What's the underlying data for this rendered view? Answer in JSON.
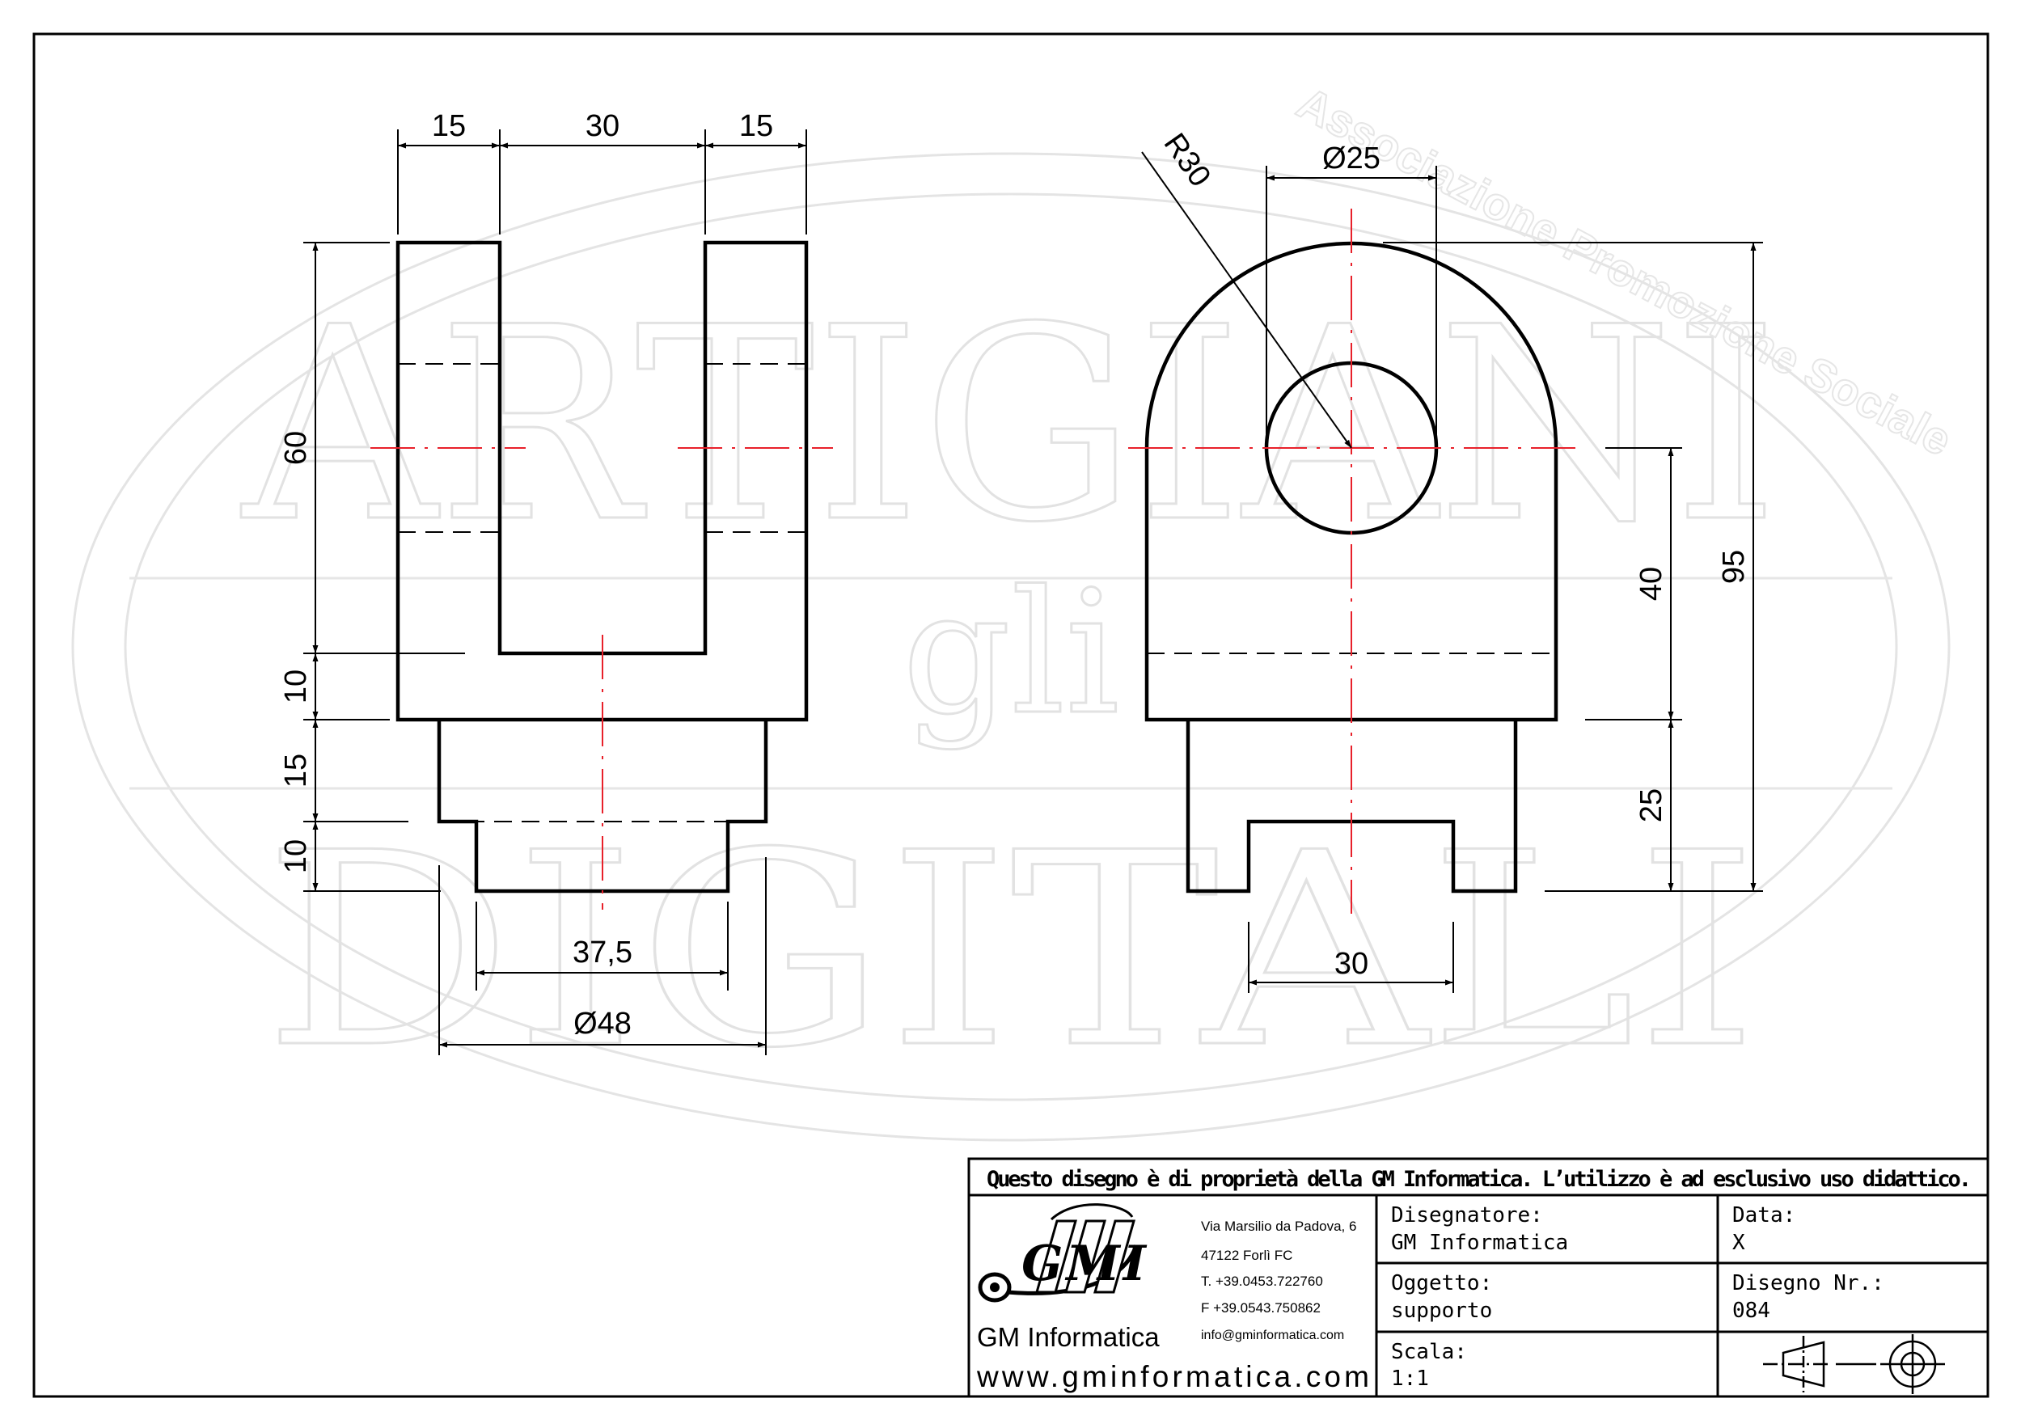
{
  "watermark": {
    "top_word": "ARTIGIANI",
    "middle_word": "gli",
    "bottom_word": "DIGITALI",
    "arc_text": "Associazione Promozione Sociale"
  },
  "dimensions": {
    "front_top_left": "15",
    "front_top_mid": "30",
    "front_top_right": "15",
    "front_height_60": "60",
    "front_height_10a": "10",
    "front_height_15": "15",
    "front_height_10b": "10",
    "front_width_37_5": "37,5",
    "front_diameter_48": "Ø48",
    "side_radius": "R30",
    "side_hole_diameter": "Ø25",
    "side_height_40": "40",
    "side_height_25": "25",
    "side_height_95": "95",
    "side_width_30": "30"
  },
  "title_block": {
    "notice": "Questo disegno è di proprietà della GM Informatica. L’utilizzo è ad esclusivo uso didattico.",
    "logo_letters": "GMI",
    "company_name": "GM Informatica",
    "website": "www.gminformatica.com",
    "address_line1": "Via Marsilio da Padova, 6",
    "address_line2": "47122  Forlì  FC",
    "phone": "T. +39.0453.722760",
    "fax": "F +39.0543.750862",
    "email": "info@gminformatica.com",
    "designer_label": "Disegnatore:",
    "designer_value": "GM  Informatica",
    "object_label": "Oggetto:",
    "object_value": "supporto",
    "scale_label": "Scala:",
    "scale_value": "1:1",
    "date_label": "Data:",
    "date_value": "X",
    "drawing_no_label": "Disegno  Nr.:",
    "drawing_no_value": "084"
  },
  "colors": {
    "outline": "#000000",
    "centerline": "#e8202a",
    "watermark": "#e2e2e2"
  },
  "icons": {
    "projection_symbol": "first-angle-projection-icon"
  }
}
